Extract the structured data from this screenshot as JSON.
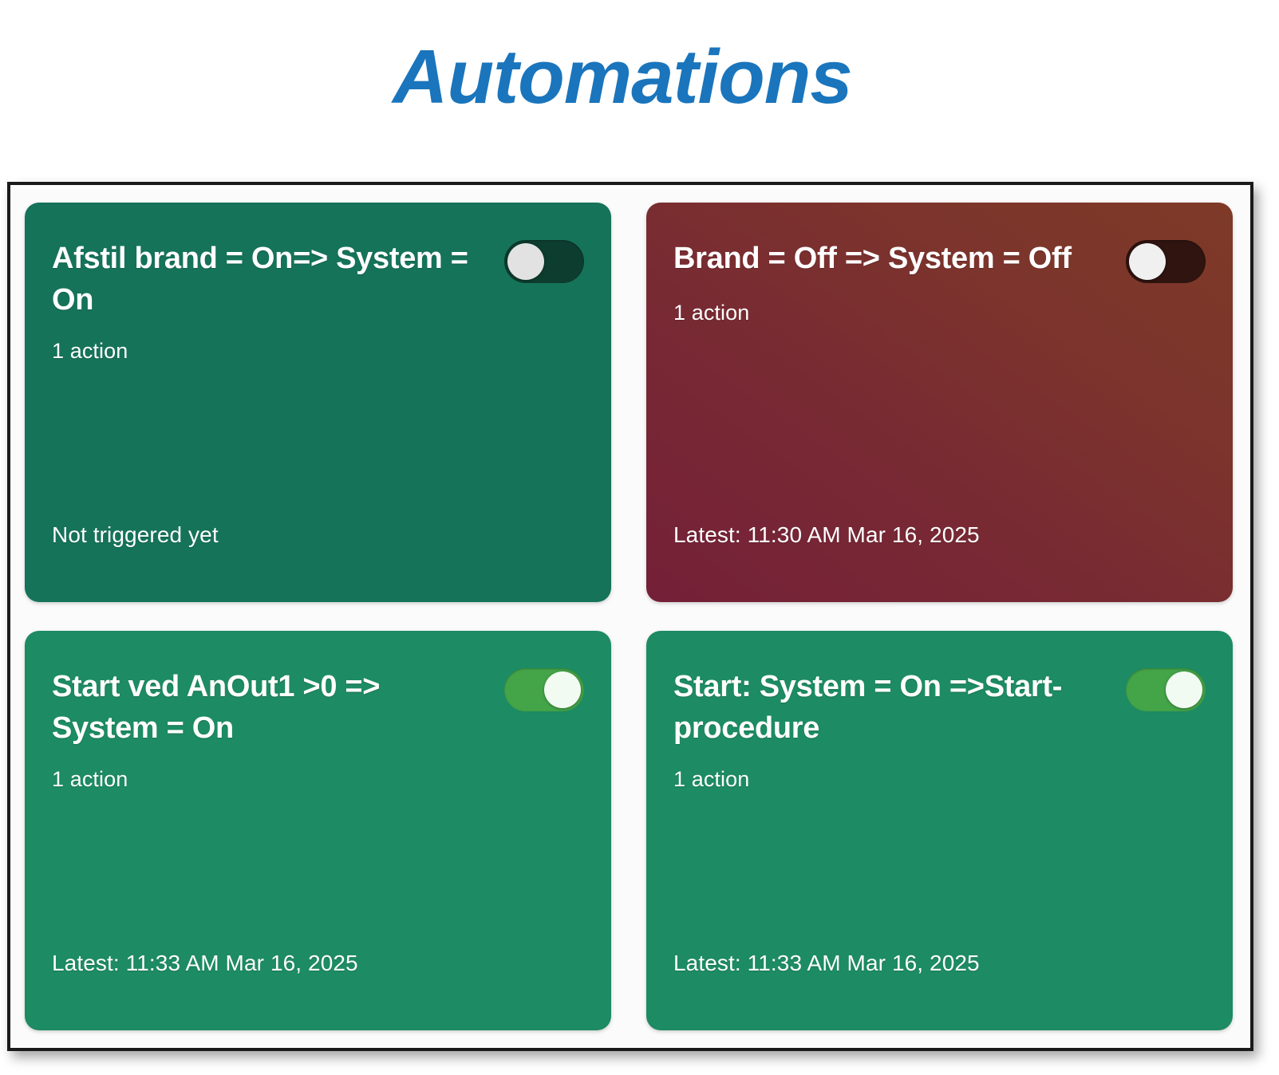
{
  "header": {
    "title": "Automations",
    "title_color": "#1a75bc"
  },
  "panel": {
    "border_color": "#1a1a1a",
    "background": "#fbfbfb"
  },
  "cards": [
    {
      "title": "Afstil brand = On=> System = On",
      "actions": "1 action",
      "status": "Not triggered yet",
      "toggle_state": "off",
      "toggle_label": "toggle-off",
      "color": "#15735a"
    },
    {
      "title": "Brand = Off => System = Off",
      "actions": "1 action",
      "status": "Latest: 11:30 AM Mar 16, 2025",
      "toggle_state": "off",
      "toggle_label": "toggle-off",
      "color": "#742038"
    },
    {
      "title": "Start ved AnOut1 >0 => System = On",
      "actions": "1 action",
      "status": "Latest: 11:33 AM Mar 16, 2025",
      "toggle_state": "on",
      "toggle_label": "toggle-on",
      "color": "#1d8b63"
    },
    {
      "title": "Start: System = On =>Start-procedure",
      "actions": "1 action",
      "status": "Latest: 11:33 AM Mar 16, 2025",
      "toggle_state": "on",
      "toggle_label": "toggle-on",
      "color": "#1d8b63"
    }
  ]
}
